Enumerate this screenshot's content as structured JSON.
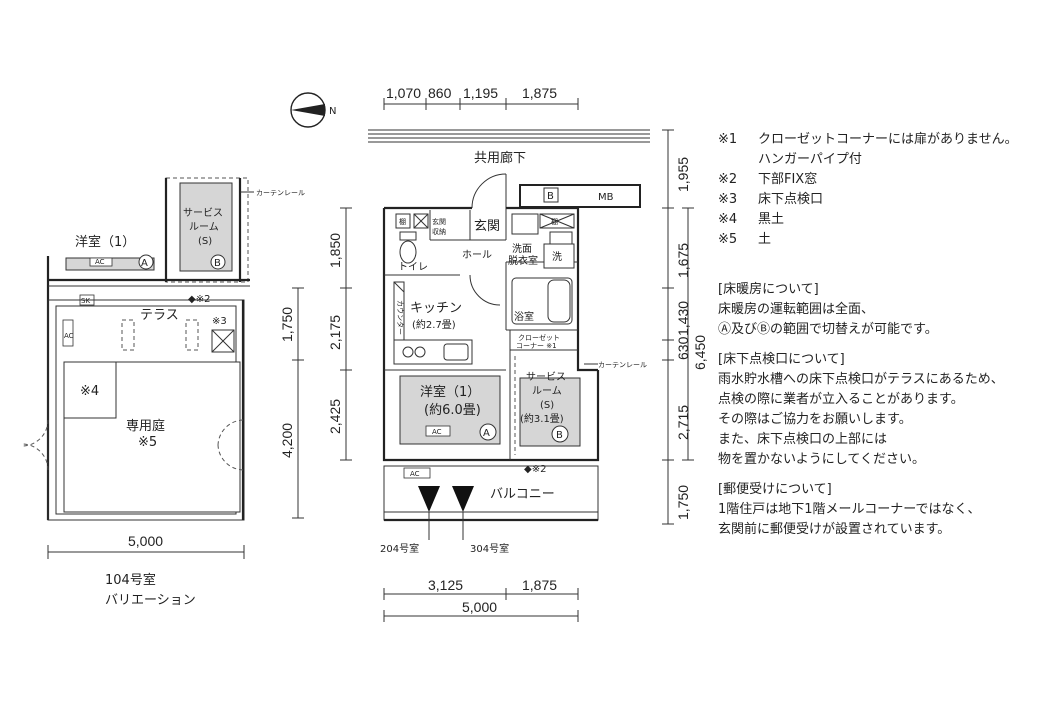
{
  "left_unit": {
    "rooms": {
      "western_room": "洋室（1）",
      "service_room_line1": "サービス",
      "service_room_line2": "ルーム",
      "service_room_line3": "(S)",
      "terrace": "テラス",
      "garden_line1": "専用庭",
      "garden_line2": "※5",
      "note4": "※4",
      "note3": "※3",
      "note2": "◆※2",
      "curtain_rail": "カーテンレール",
      "ac": "AC",
      "sk": "SK",
      "circle_a": "A",
      "circle_b": "B"
    },
    "width_dim": "5,000",
    "dims_right": [
      "1,750",
      "4,200"
    ],
    "caption_line1": "104号室",
    "caption_line2": "バリエーション"
  },
  "main_unit": {
    "top_dims": [
      "1,070",
      "860",
      "1,195",
      "1,875"
    ],
    "corridor": "共用廊下",
    "mb": "MB",
    "b_box": "B",
    "rooms": {
      "closet_label": "棚",
      "entrance_storage_line1": "玄関",
      "entrance_storage_line2": "収納",
      "entrance": "玄関",
      "closet_label2": "棚",
      "toilet": "トイレ",
      "hall": "ホール",
      "washroom_line1": "洗面",
      "washroom_line2": "脱衣室",
      "washer": "洗",
      "kitchen_line1": "キッチン",
      "kitchen_line2": "(約2.7畳)",
      "counter": "カウンター",
      "bathroom": "浴室",
      "closet_corner_line1": "クローゼット",
      "closet_corner_line2": "コーナー ※1",
      "curtain_rail": "カーテンレール",
      "western_line1": "洋室（1）",
      "western_line2": "(約6.0畳)",
      "service_line1": "サービス",
      "service_line2": "ルーム",
      "service_line3": "(S)",
      "service_line4": "(約3.1畳)",
      "ac": "AC",
      "ac2": "AC",
      "circle_a": "A",
      "circle_b": "B",
      "note2": "◆※2",
      "balcony": "バルコニー"
    },
    "left_dims": [
      "1,850",
      "2,175",
      "2,425"
    ],
    "right_dims_inner": [
      "1,955",
      "1,675",
      "1,430",
      "630",
      "2,715",
      "1,750"
    ],
    "right_dim_total": "6,450",
    "label_204": "204号室",
    "label_304": "304号室",
    "bottom_dims": [
      "3,125",
      "1,875"
    ],
    "bottom_total": "5,000"
  },
  "compass": "N",
  "notes": {
    "items": [
      {
        "mark": "※1",
        "text": "クローゼットコーナーには扉がありません。",
        "cont": "ハンガーパイプ付"
      },
      {
        "mark": "※2",
        "text": "下部FIX窓"
      },
      {
        "mark": "※3",
        "text": "床下点検口"
      },
      {
        "mark": "※4",
        "text": "黒土"
      },
      {
        "mark": "※5",
        "text": "土"
      }
    ],
    "sections": [
      {
        "title": "[床暖房について]",
        "lines": [
          "床暖房の運転範囲は全面、",
          "Ⓐ及びⒷの範囲で切替えが可能です。"
        ]
      },
      {
        "title": "[床下点検口について]",
        "lines": [
          "雨水貯水槽への床下点検口がテラスにあるため、",
          "点検の際に業者が立入ることがあります。",
          "その際はご協力をお願いします。",
          "また、床下点検口の上部には",
          "物を置かないようにしてください。"
        ]
      },
      {
        "title": "[郵便受けについて]",
        "lines": [
          "1階住戸は地下1階メールコーナーではなく、",
          "玄関前に郵便受けが設置されています。"
        ]
      }
    ]
  }
}
